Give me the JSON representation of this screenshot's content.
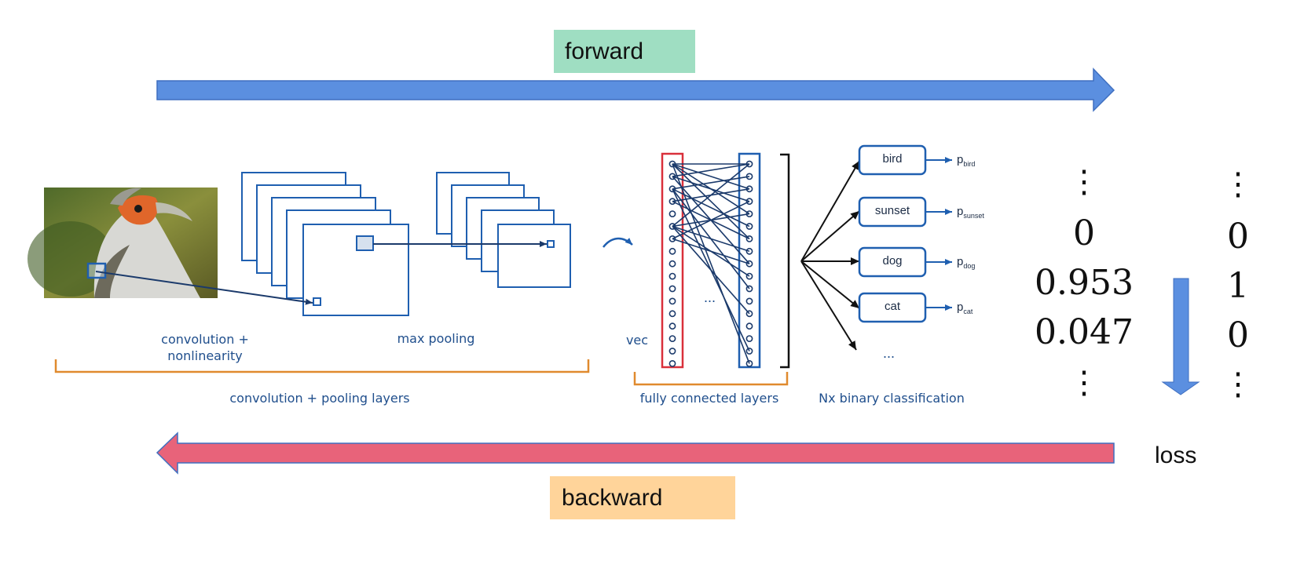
{
  "labels": {
    "forward": "forward",
    "backward": "backward",
    "loss": "loss"
  },
  "captions": {
    "convolution": "convolution +",
    "nonlinearity": "nonlinearity",
    "max_pooling": "max pooling",
    "vec": "vec",
    "conv_pool_layers": "convolution + pooling layers",
    "fc_layers": "fully connected layers",
    "binary": "Nx binary classification",
    "hidden_dots": "...",
    "more_classes": "..."
  },
  "classes": [
    {
      "name": "bird",
      "prob_prefix": "p",
      "prob_sub": "bird"
    },
    {
      "name": "sunset",
      "prob_prefix": "p",
      "prob_sub": "sunset"
    },
    {
      "name": "dog",
      "prob_prefix": "p",
      "prob_sub": "dog"
    },
    {
      "name": "cat",
      "prob_prefix": "p",
      "prob_sub": "cat"
    }
  ],
  "prediction": {
    "dots": "⋮",
    "values": [
      "0",
      "0.953",
      "0.047"
    ]
  },
  "target": {
    "dots": "⋮",
    "values": [
      "0",
      "1",
      "0"
    ]
  },
  "colors": {
    "forward_arrow": "#5b8fe0",
    "backward_arrow": "#e8637a",
    "forward_tag": "#9fdec2",
    "backward_tag": "#ffd49a",
    "network_blue": "#1f4e8c",
    "bracket_orange": "#e08a2e",
    "input_vector_red": "#d9303b"
  }
}
